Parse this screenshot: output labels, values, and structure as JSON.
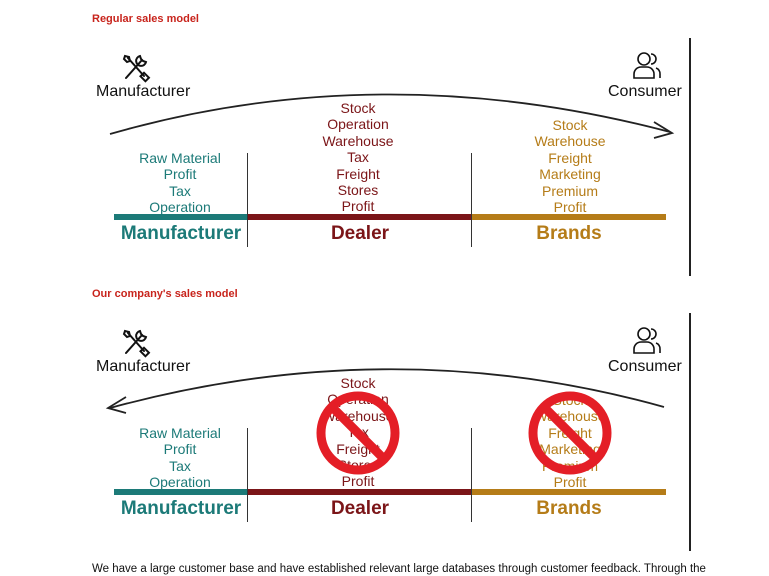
{
  "sections": [
    {
      "title": "Regular sales model",
      "left_end": "Manufacturer",
      "right_end": "Consumer",
      "arrow_direction": "right",
      "columns": {
        "manufacturer": [
          "Raw Material",
          "Profit",
          "Tax",
          "Operation"
        ],
        "dealer": [
          "Stock",
          "Operation",
          "Warehouse",
          "Tax",
          "Freight",
          "Stores",
          "Profit"
        ],
        "brands": [
          "Stock",
          "Warehouse",
          "Freight",
          "Marketing",
          "Premium",
          "Profit"
        ]
      },
      "segments": [
        "Manufacturer",
        "Dealer",
        "Brands"
      ]
    },
    {
      "title": "Our company's sales model",
      "left_end": "Manufacturer",
      "right_end": "Consumer",
      "arrow_direction": "left",
      "columns": {
        "manufacturer": [
          "Raw Material",
          "Profit",
          "Tax",
          "Operation"
        ],
        "dealer": [
          "Stock",
          "Operation",
          "Warehouse",
          "Tax",
          "Freight",
          "Stores",
          "Profit"
        ],
        "brands": [
          "Stock",
          "Warehouse",
          "Freight",
          "Marketing",
          "Premium",
          "Profit"
        ]
      },
      "segments": [
        "Manufacturer",
        "Dealer",
        "Brands"
      ]
    }
  ],
  "colors": {
    "title_red": "#c8241c",
    "teal": "#1c7a78",
    "maroon": "#7b1518",
    "gold": "#b57c18",
    "no_sign_red": "#e41e26"
  },
  "icons": [
    "tools-icon",
    "user-icon",
    "no-sign-icon"
  ],
  "footer_text": "We have a large customer base and have established relevant large databases through customer feedback. Through the"
}
